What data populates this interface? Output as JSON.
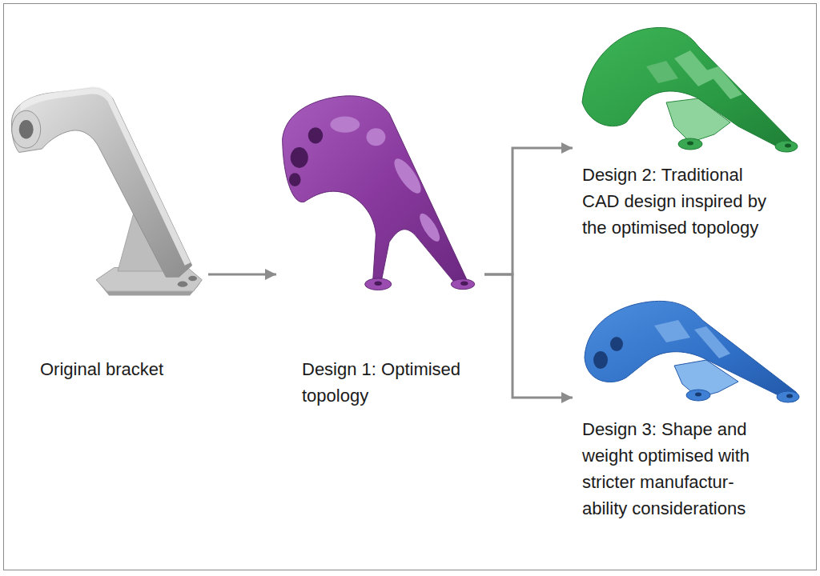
{
  "diagram": {
    "nodes": [
      {
        "text": [
          "Original bracket"
        ]
      },
      {
        "text": [
          "Design 1: Optimised topology"
        ]
      },
      {
        "text": [
          "Design 2: Traditional CAD design inspired by the optimised topology"
        ]
      },
      {
        "text": [
          "Design 3: Shape and weight optimised with stricter manufactur- ability considerations"
        ]
      }
    ],
    "edges": [
      {
        "from": 0,
        "to": 1,
        "arrow": "to"
      },
      {
        "from": 1,
        "to": 2,
        "arrow": "to"
      },
      {
        "from": 1,
        "to": 3,
        "arrow": "to"
      }
    ]
  }
}
